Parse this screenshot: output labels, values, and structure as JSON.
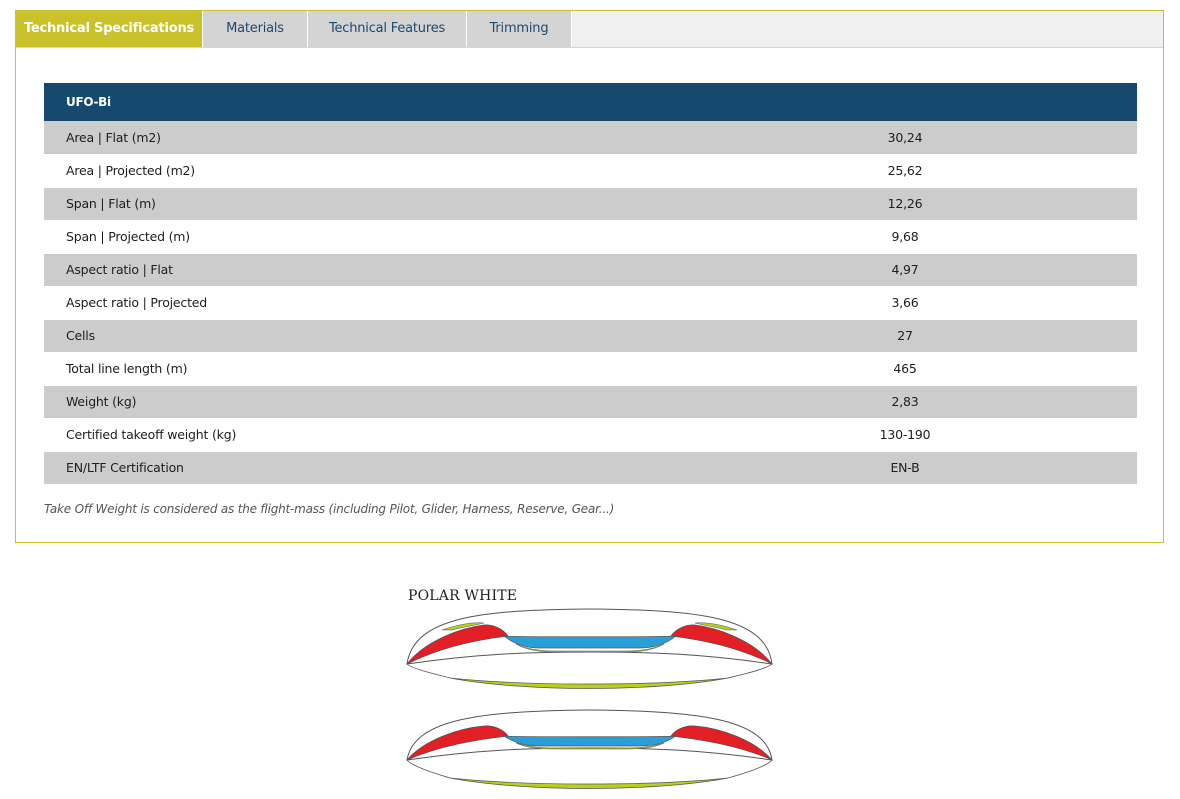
{
  "tabs": [
    {
      "label": "Technical Specifications",
      "active": true
    },
    {
      "label": "Materials",
      "active": false
    },
    {
      "label": "Technical Features",
      "active": false
    },
    {
      "label": "Trimming",
      "active": false
    }
  ],
  "specs": {
    "model": "UFO-Bi",
    "rows": [
      {
        "label": "Area | Flat (m2)",
        "value": "30,24"
      },
      {
        "label": "Area | Projected (m2)",
        "value": "25,62"
      },
      {
        "label": "Span | Flat (m)",
        "value": "12,26"
      },
      {
        "label": "Span | Projected (m)",
        "value": "9,68"
      },
      {
        "label": "Aspect ratio | Flat",
        "value": "4,97"
      },
      {
        "label": "Aspect ratio | Projected",
        "value": "3,66"
      },
      {
        "label": "Cells",
        "value": "27"
      },
      {
        "label": "Total line length (m)",
        "value": "465"
      },
      {
        "label": "Weight (kg)",
        "value": "2,83"
      },
      {
        "label": "Certified takeoff weight (kg)",
        "value": "130-190"
      },
      {
        "label": "EN/LTF Certification",
        "value": "EN-B"
      }
    ],
    "footnote": "Take Off Weight is considered as the flight-mass (including Pilot, Glider, Harness, Reserve, Gear...)"
  },
  "color_option": {
    "title": "POLAR WHITE",
    "colors": {
      "red": "#e31f26",
      "lime": "#b8cf1c",
      "blue": "#2a9fd6",
      "white": "#ffffff"
    }
  },
  "theme": {
    "accent": "#c9c22a",
    "header_blue": "#154a6e",
    "row_grey": "#cccccc",
    "tab_grey": "#d4d4d4"
  }
}
